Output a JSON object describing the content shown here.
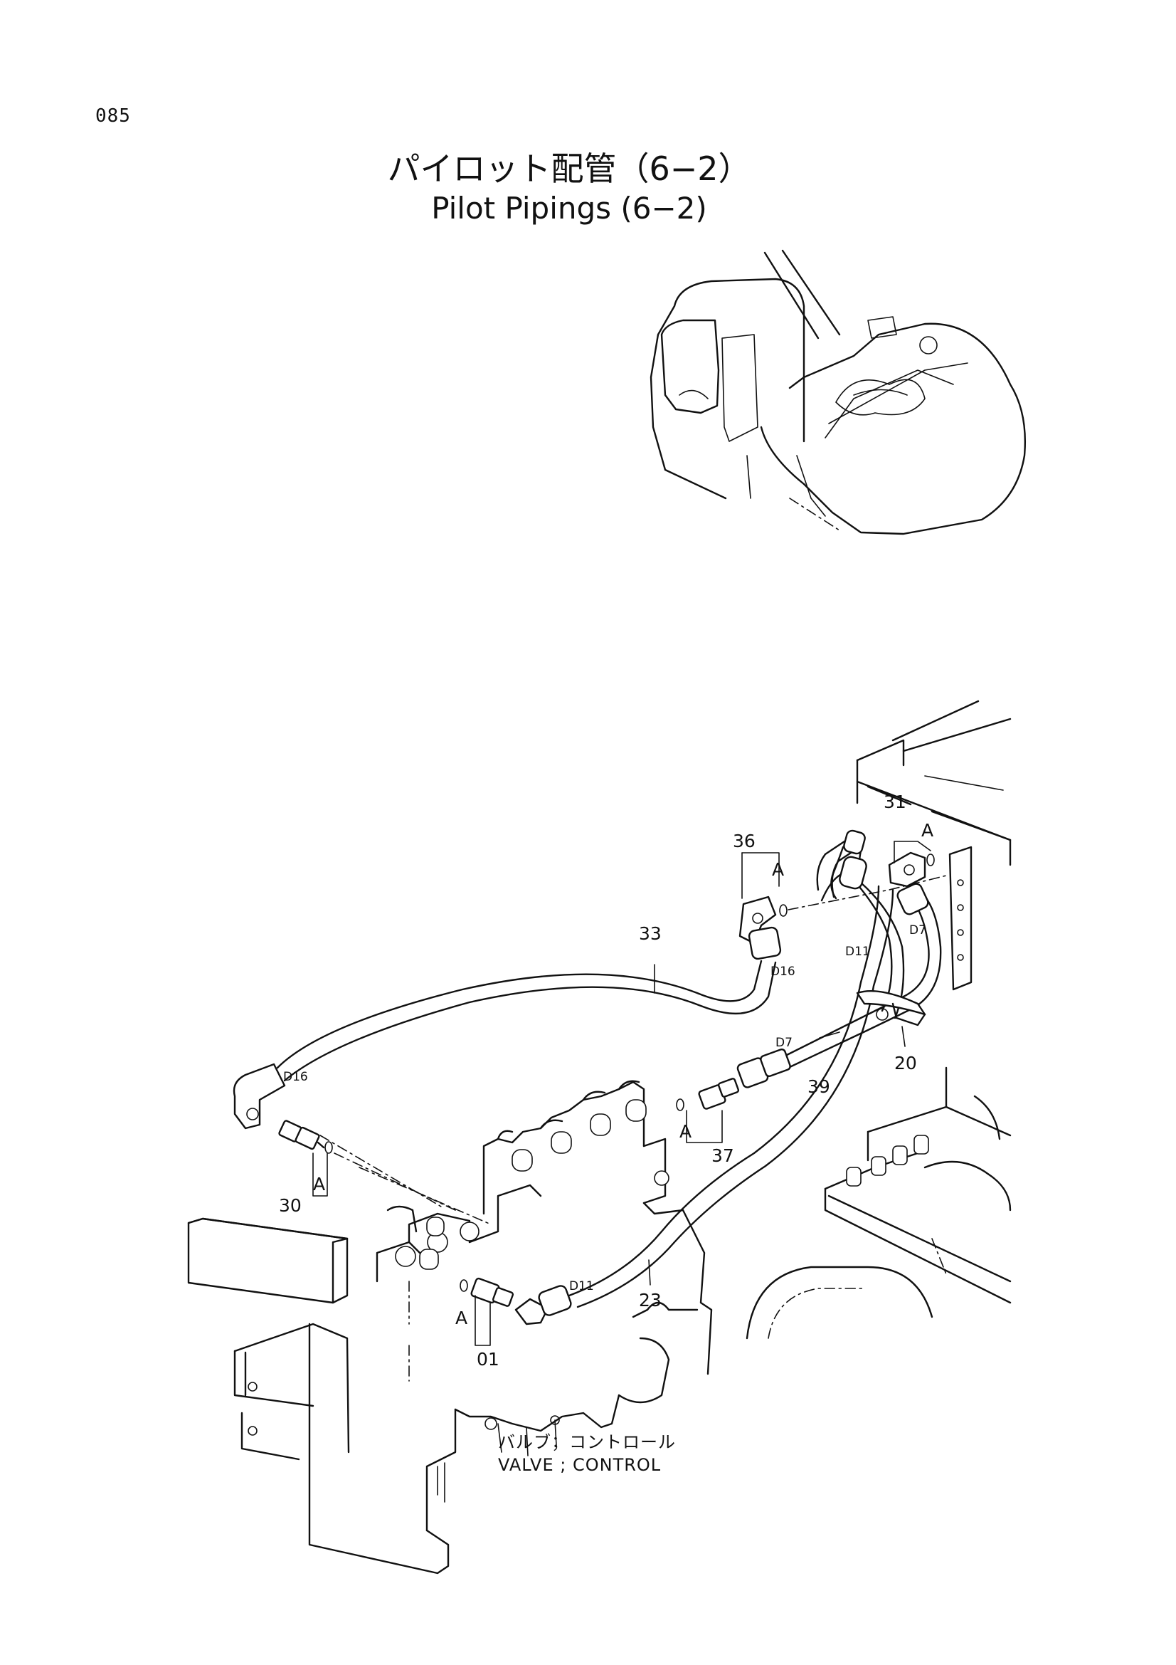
{
  "page_number": "085",
  "title": {
    "ja": "パイロット配管（6−2）",
    "en": "Pilot Pipings (6−2)"
  },
  "callouts": {
    "p01": "01",
    "p20": "20",
    "p23": "23",
    "p30": "30",
    "p31": "31",
    "p33": "33",
    "p36": "36",
    "p37": "37",
    "p39": "39",
    "a": "A"
  },
  "pipe_codes": {
    "d16": "D16",
    "d11": "D11",
    "d7": "D7"
  },
  "caption": {
    "ja": "バルブ；コントロール",
    "en": "VALVE ; CONTROL"
  }
}
